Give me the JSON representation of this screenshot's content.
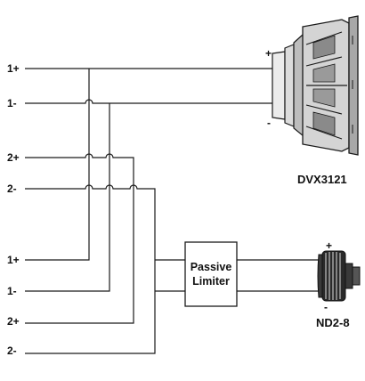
{
  "terminals_left": [
    {
      "label": "1+"
    },
    {
      "label": "1-"
    },
    {
      "label": "2+"
    },
    {
      "label": "2-"
    }
  ],
  "terminals_bottom": [
    {
      "label": "1+"
    },
    {
      "label": "1-"
    },
    {
      "label": "2+"
    },
    {
      "label": "2-"
    }
  ],
  "woofer": {
    "model": "DVX3121",
    "plus": "+",
    "minus": "-"
  },
  "limiter": {
    "line1": "Passive",
    "line2": "Limiter"
  },
  "driver": {
    "model": "ND2-8",
    "plus": "+",
    "minus": "-"
  },
  "colors": {
    "line": "#1a1a1a",
    "text": "#111111",
    "woofer_fill": "#d8d8d8",
    "driver_fill": "#2a2a2a"
  }
}
